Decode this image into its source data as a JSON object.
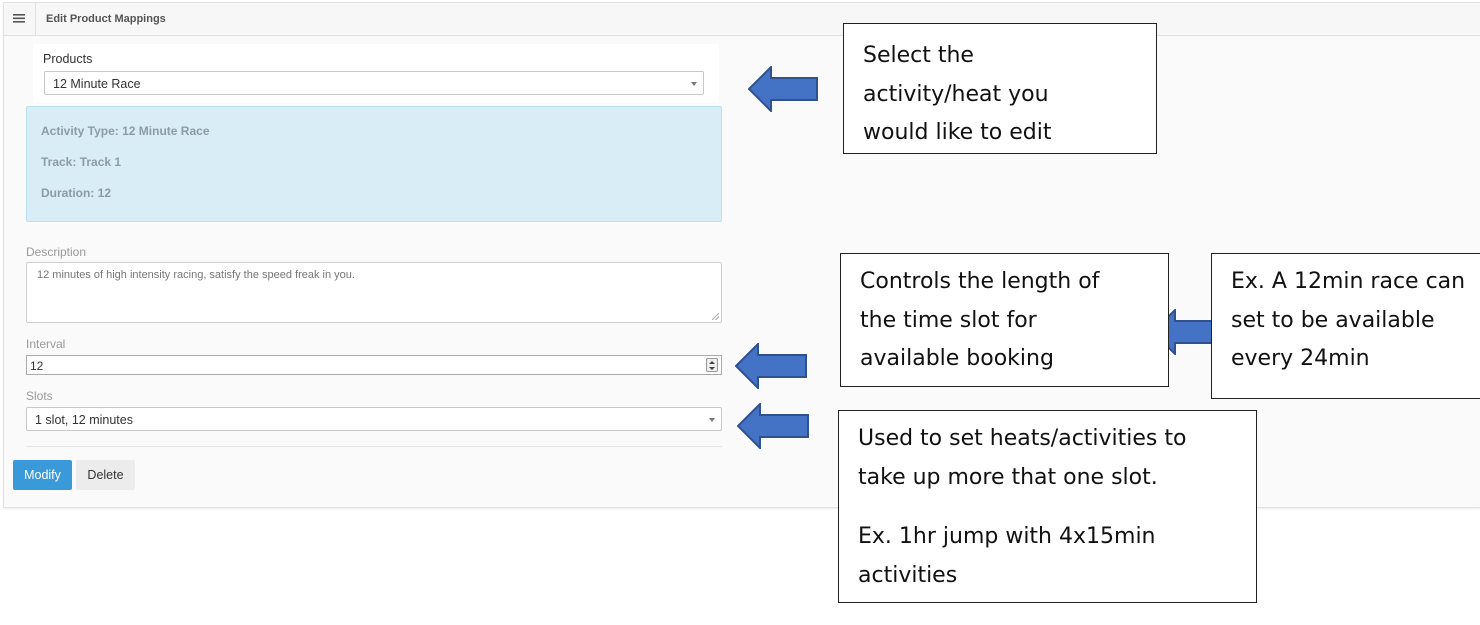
{
  "header": {
    "title": "Edit Product Mappings",
    "menu_icon": "hamburger-icon"
  },
  "products": {
    "label": "Products",
    "selected": "12 Minute Race"
  },
  "info": {
    "activity_type": "Activity Type: 12 Minute Race",
    "track": "Track: Track 1",
    "duration": "Duration: 12"
  },
  "description": {
    "label": "Description",
    "value": "12 minutes of high intensity racing, satisfy the speed freak in you."
  },
  "interval": {
    "label": "Interval",
    "value": "12"
  },
  "slots": {
    "label": "Slots",
    "selected": "1 slot, 12 minutes"
  },
  "buttons": {
    "modify": "Modify",
    "delete": "Delete"
  },
  "annotations": {
    "select_activity": [
      "Select the",
      "activity/heat you",
      "would like to edit"
    ],
    "interval_note": [
      "Controls the length of",
      "the time slot for",
      "available booking"
    ],
    "example_note": [
      "Ex. A 12min race can",
      "set to be available",
      "every 24min"
    ],
    "slots_note": [
      "Used to set heats/activities to",
      "take up more that one slot."
    ],
    "slots_example": [
      "Ex. 1hr jump with 4x15min",
      "activities"
    ]
  },
  "colors": {
    "arrow": "#4472c4",
    "arrow_border": "#2f528f",
    "primary_button": "#3a99d8",
    "info_bg": "#d9edf7"
  }
}
